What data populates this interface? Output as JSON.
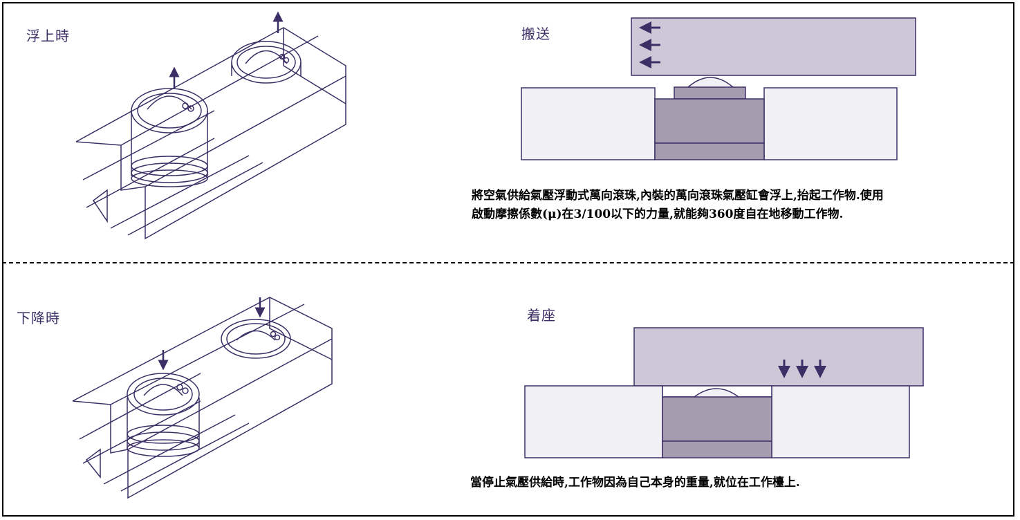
{
  "top": {
    "state_label": "浮上時",
    "process_label": "搬送",
    "description_line1": "將空氣供給氣壓浮動式萬向滾珠,內裝的萬向滾珠氣壓缸會浮上,抬起工作物.使用",
    "description_line2": "啟動摩擦係數(μ)在3/100以下的力量,就能夠360度自在地移動工作物."
  },
  "bottom": {
    "state_label": "下降時",
    "process_label": "着座",
    "description": "當停止氣壓供給時,工作物因為自己本身的重量,就位在工作檯上."
  },
  "colors": {
    "line": "#3b2f66",
    "workpiece": "#cdc8d8",
    "cylinder": "#a59daf",
    "table": "#f1f0f4"
  }
}
